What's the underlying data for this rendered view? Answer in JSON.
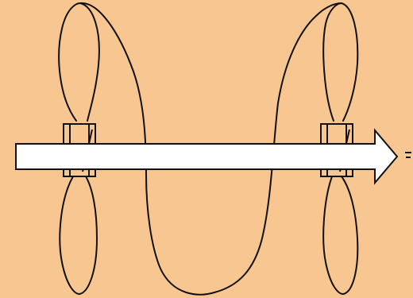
{
  "diagram": {
    "kind": "coil-magnetic-field-illustration",
    "elements": [
      "left-loop-upper-lobe",
      "left-loop-lower-lobe",
      "left-coil-connector",
      "right-loop-upper-lobe",
      "right-loop-lower-lobe",
      "right-coil-connector",
      "connecting-wire",
      "field-arrow"
    ]
  },
  "colors": {
    "background": "#F8C690",
    "stroke": "#111111",
    "arrow_fill": "#FFFFFF",
    "connector_fill": "#F8C690"
  }
}
